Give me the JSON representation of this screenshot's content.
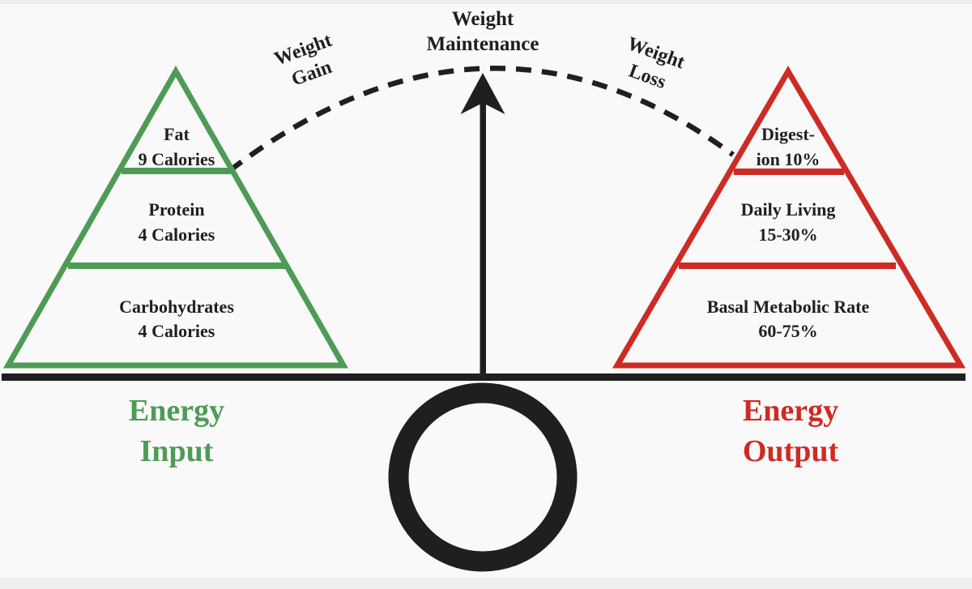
{
  "background": "#f9f9f9",
  "ink": "#1f1f1f",
  "title": {
    "line1": "Weight",
    "line2": "Maintenance"
  },
  "arc_labels": {
    "gain": {
      "line1": "Weight",
      "line2": "Gain"
    },
    "loss": {
      "line1": "Weight",
      "line2": "Loss"
    }
  },
  "input_pyramid": {
    "color": "#4e9b55",
    "caption_line1": "Energy",
    "caption_line2": "Input",
    "levels": [
      {
        "name": "Fat",
        "value": "9 Calories"
      },
      {
        "name": "Protein",
        "value": "4 Calories"
      },
      {
        "name": "Carbohydrates",
        "value": "4 Calories"
      }
    ]
  },
  "output_pyramid": {
    "color": "#cd2b24",
    "caption_line1": "Energy",
    "caption_line2": "Output",
    "levels": [
      {
        "name": "Digest-",
        "value": "ion 10%"
      },
      {
        "name": "Daily Living",
        "value": "15-30%"
      },
      {
        "name": "Basal Metabolic Rate",
        "value": "60-75%"
      }
    ]
  }
}
